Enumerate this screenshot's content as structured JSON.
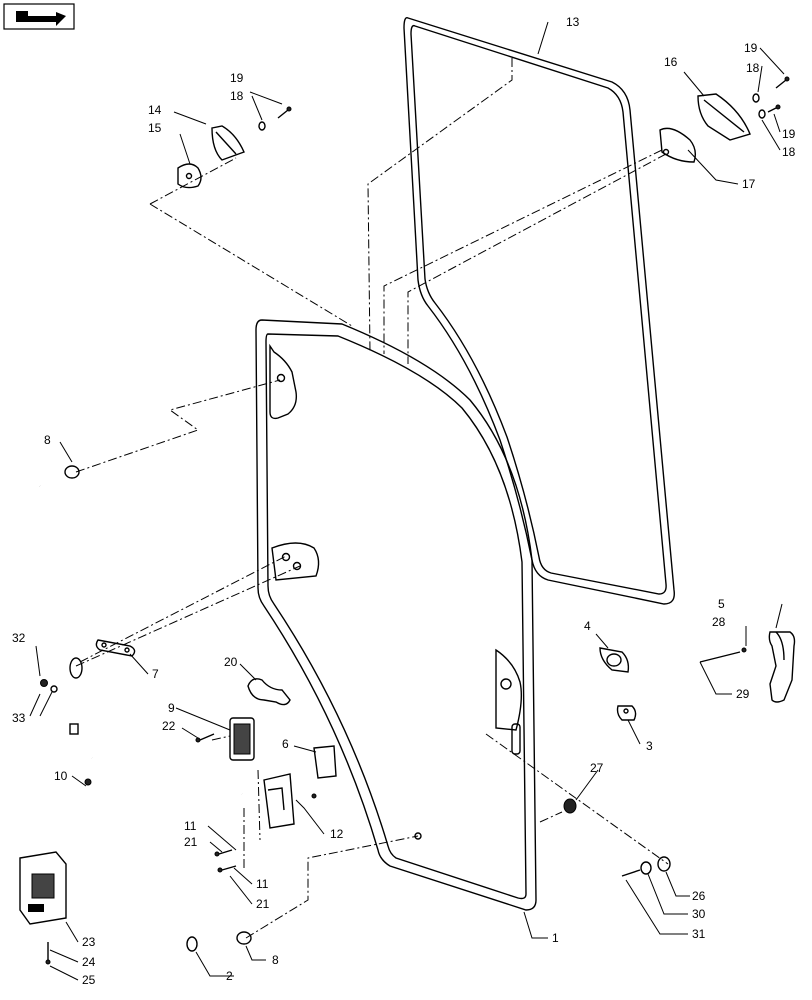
{
  "diagram": {
    "nav_icon": "back-arrow-icon",
    "callouts": {
      "c1": "1",
      "c2": "2",
      "c3": "3",
      "c4": "4",
      "c5": "5",
      "c6": "6",
      "c7": "7",
      "c8a": "8",
      "c8b": "8",
      "c9": "9",
      "c10": "10",
      "c11a": "11",
      "c11b": "11",
      "c12": "12",
      "c13": "13",
      "c14": "14",
      "c15": "15",
      "c16": "16",
      "c17": "17",
      "c18a": "18",
      "c18b": "18",
      "c18c": "18",
      "c19a": "19",
      "c19b": "19",
      "c19c": "19",
      "c20": "20",
      "c21a": "21",
      "c21b": "21",
      "c22": "22",
      "c23": "23",
      "c24": "24",
      "c25": "25",
      "c26": "26",
      "c27": "27",
      "c28": "28",
      "c29": "29",
      "c30": "30",
      "c31": "31",
      "c32": "32",
      "c33": "33"
    }
  }
}
